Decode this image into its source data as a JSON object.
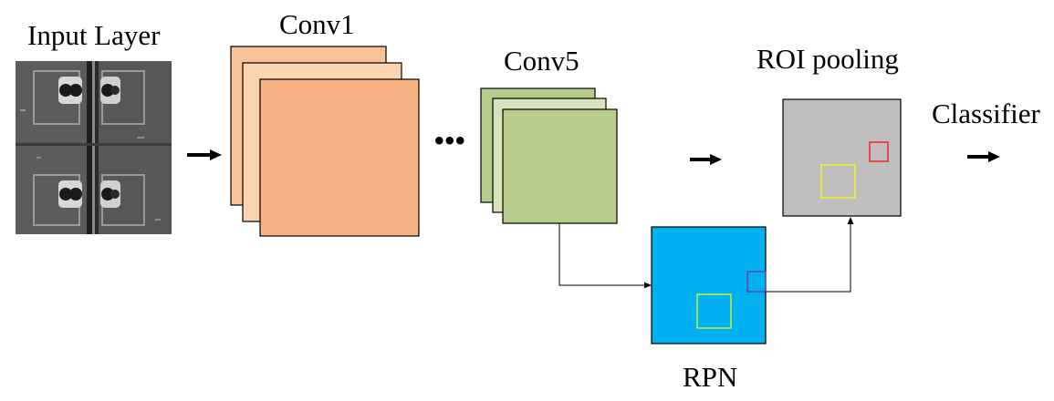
{
  "labels": {
    "input_layer": "Input Layer",
    "conv1": "Conv1",
    "conv5": "Conv5",
    "ellipsis": "•••",
    "roi_pooling": "ROI pooling",
    "classifier": "Classifier",
    "rpn": "RPN"
  },
  "colors": {
    "conv1_back": "#f9c39a",
    "conv1_mid": "#fbd4b4",
    "conv1_front": "#f8b283",
    "conv5_back": "#b5cc8e",
    "conv5_mid": "#d6e3bc",
    "conv5_front": "#b8cd8a",
    "rpn_fill": "#00b0f0",
    "roi_fill": "#bfbfbf",
    "proposal_yellow": "#ffff00",
    "proposal_red": "#ff0000",
    "proposal_purple": "#7030a0",
    "image_background": "#555555"
  }
}
